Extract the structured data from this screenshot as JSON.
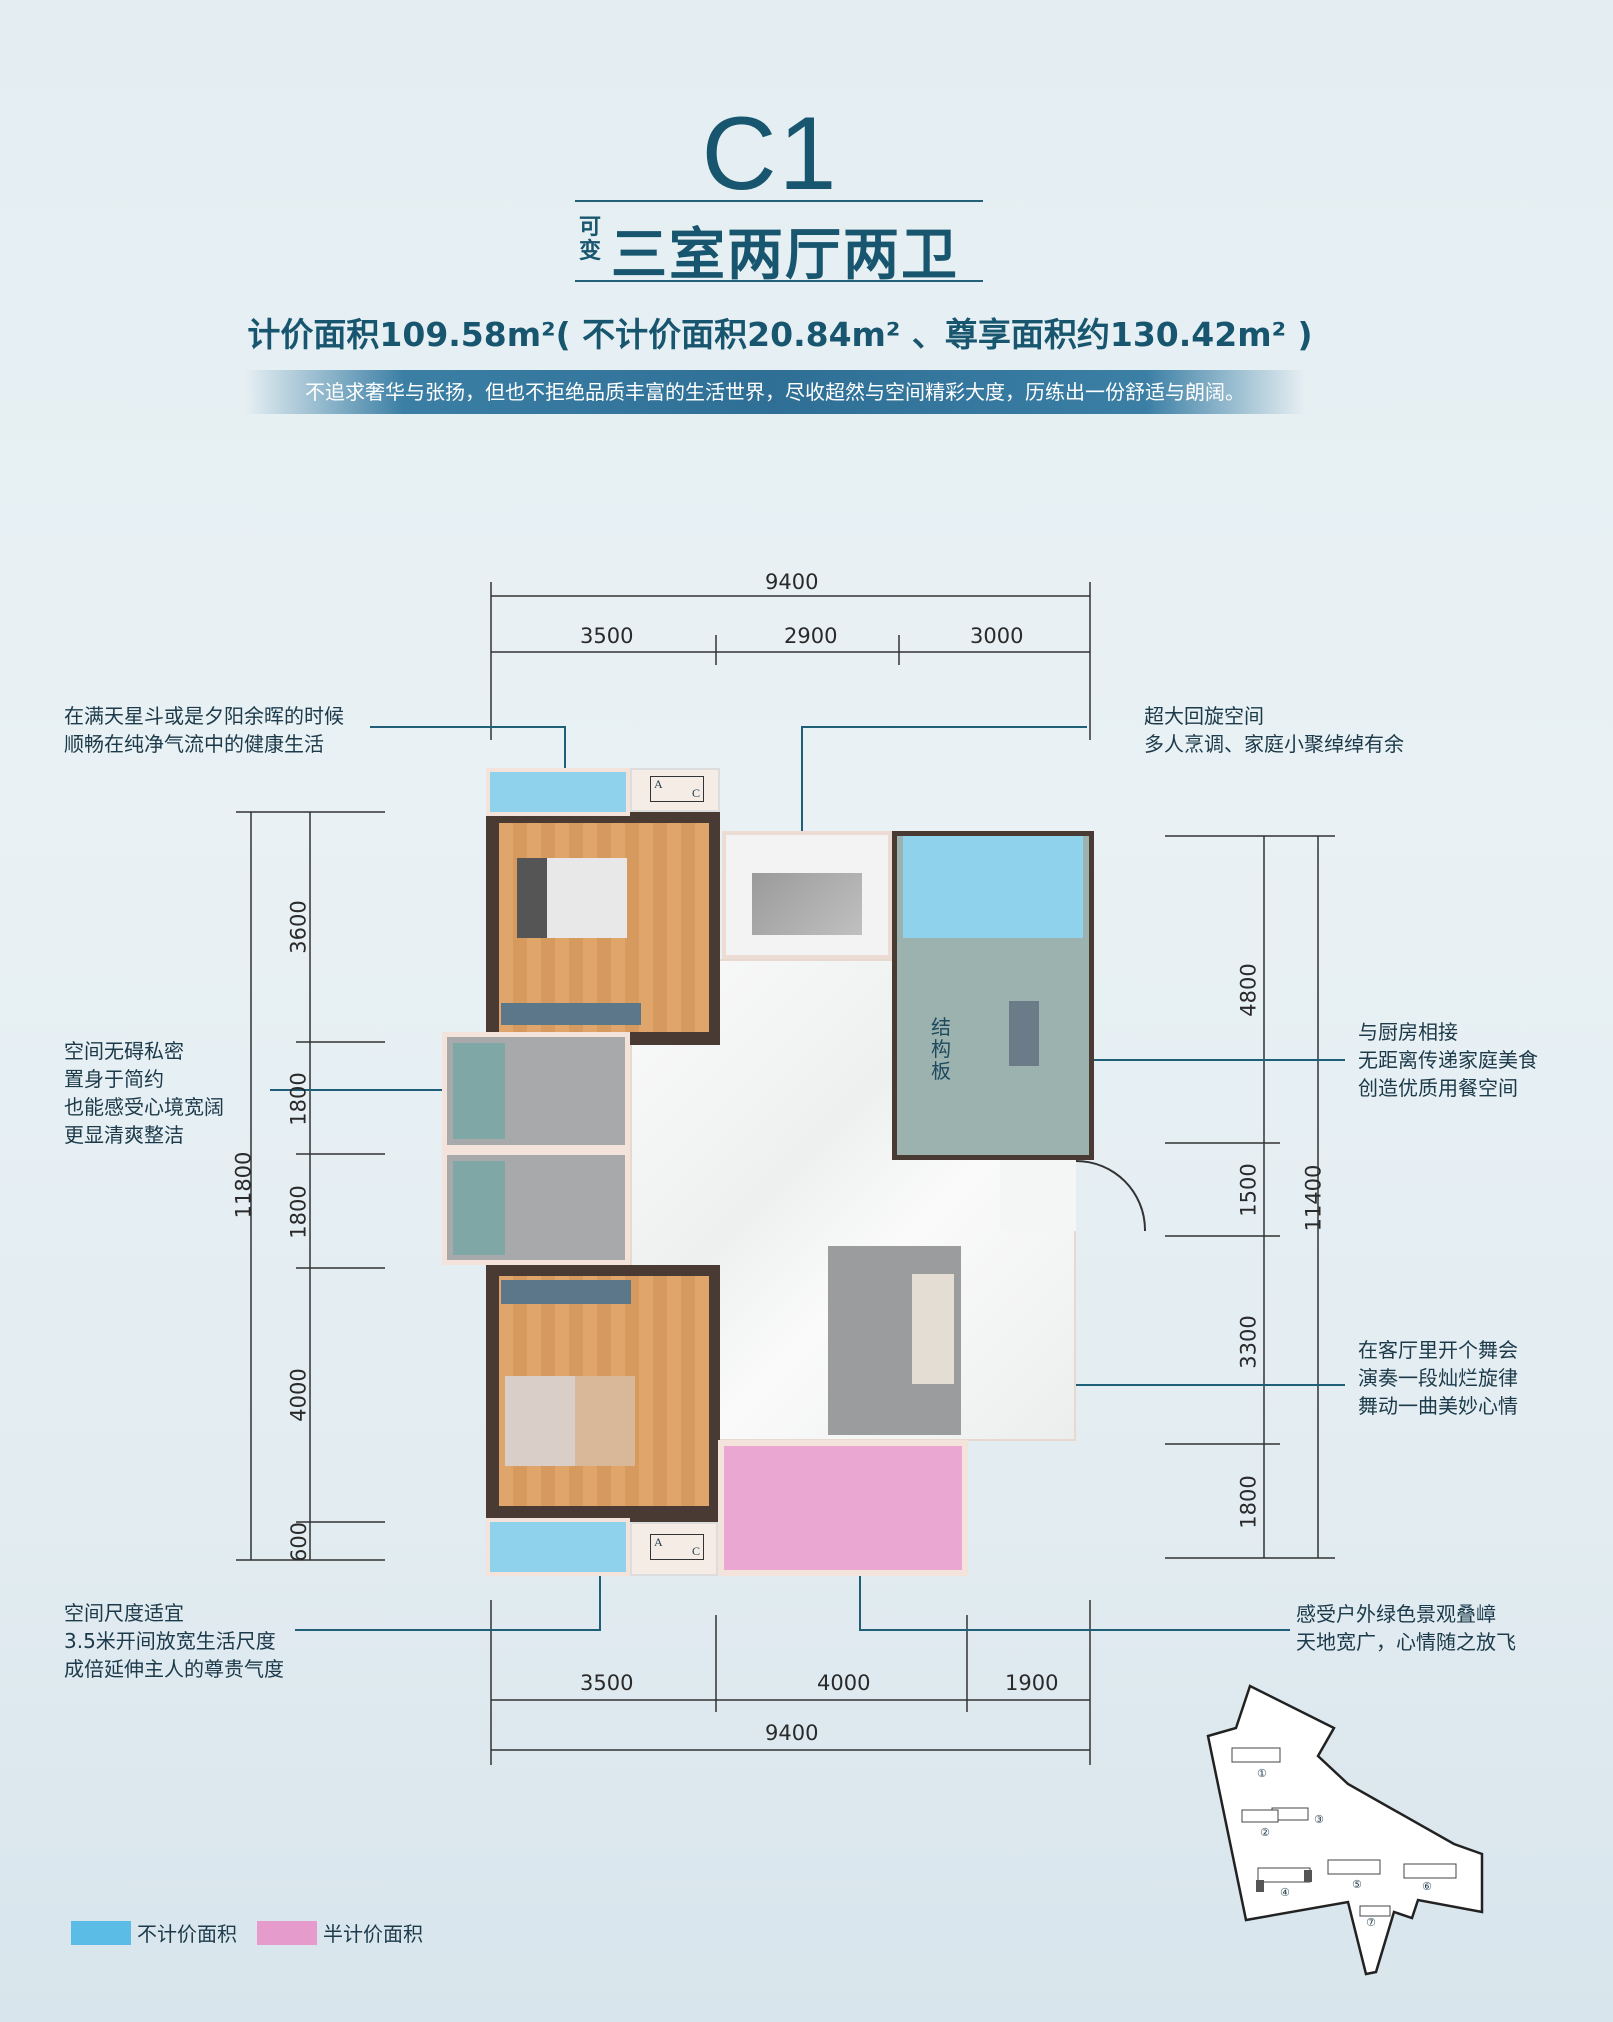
{
  "header": {
    "title": "C1",
    "subtitle_prefix": "可变",
    "subtitle": "三室两厅两卫",
    "area_line": "计价面积109.58m²( 不计价面积20.84m² 、尊享面积约130.42m² )",
    "banner": "不追求奢华与张扬，但也不拒绝品质丰富的生活世界，尽收超然与空间精彩大度，历练出一份舒适与朗阔。"
  },
  "annotations": {
    "balcony_top": [
      "在满天星斗或是夕阳余晖的时候",
      "顺畅在纯净气流中的健康生活"
    ],
    "kitchen": [
      "超大回旋空间",
      "多人烹调、家庭小聚绰绰有余"
    ],
    "bathroom": [
      "空间无碍私密",
      "置身于简约",
      "也能感受心境宽阔",
      "更显清爽整洁"
    ],
    "dining": [
      "与厨房相接",
      "无距离传递家庭美食",
      "创造优质用餐空间"
    ],
    "living": [
      "在客厅里开个舞会",
      "演奏一段灿烂旋律",
      "舞动一曲美妙心情"
    ],
    "bedroom": [
      "空间尺度适宜",
      "3.5米开间放宽生活尺度",
      "成倍延伸主人的尊贵气度"
    ],
    "balcony_south": [
      "感受户外绿色景观叠嶂",
      "天地宽广，心情随之放飞"
    ]
  },
  "dimensions": {
    "top_total": "9400",
    "top": [
      "3500",
      "2900",
      "3000"
    ],
    "bottom": [
      "3500",
      "4000",
      "1900"
    ],
    "bottom_total": "9400",
    "left": [
      "3600",
      "1800",
      "1800",
      "4000",
      "600"
    ],
    "left_total": "11800",
    "right": [
      "4800",
      "1500",
      "3300",
      "1800"
    ],
    "right_total": "11400"
  },
  "plan": {
    "structural_label": "结构板",
    "ac_label_a": "A",
    "ac_label_c": "C"
  },
  "site_map": {
    "buildings": [
      "①",
      "②",
      "③",
      "④",
      "⑤",
      "⑥",
      "⑦"
    ]
  },
  "legend": [
    {
      "label": "不计价面积",
      "color": "#5bbde6"
    },
    {
      "label": "半计价面积",
      "color": "#e59ccc"
    }
  ]
}
